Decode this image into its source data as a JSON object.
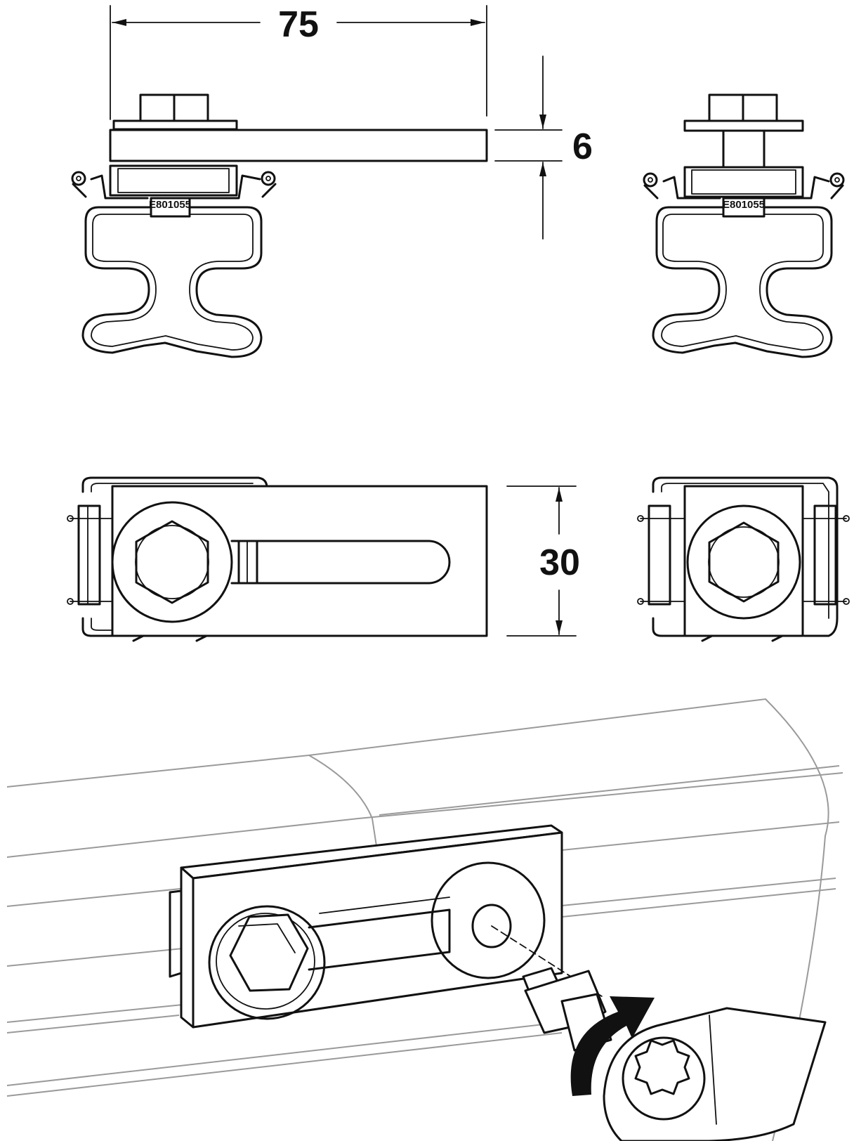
{
  "drawing": {
    "dimensions": {
      "length": "75",
      "thickness": "6",
      "width": "30"
    },
    "part_marking": {
      "side_view": "E801055",
      "end_view": "E801055"
    }
  }
}
